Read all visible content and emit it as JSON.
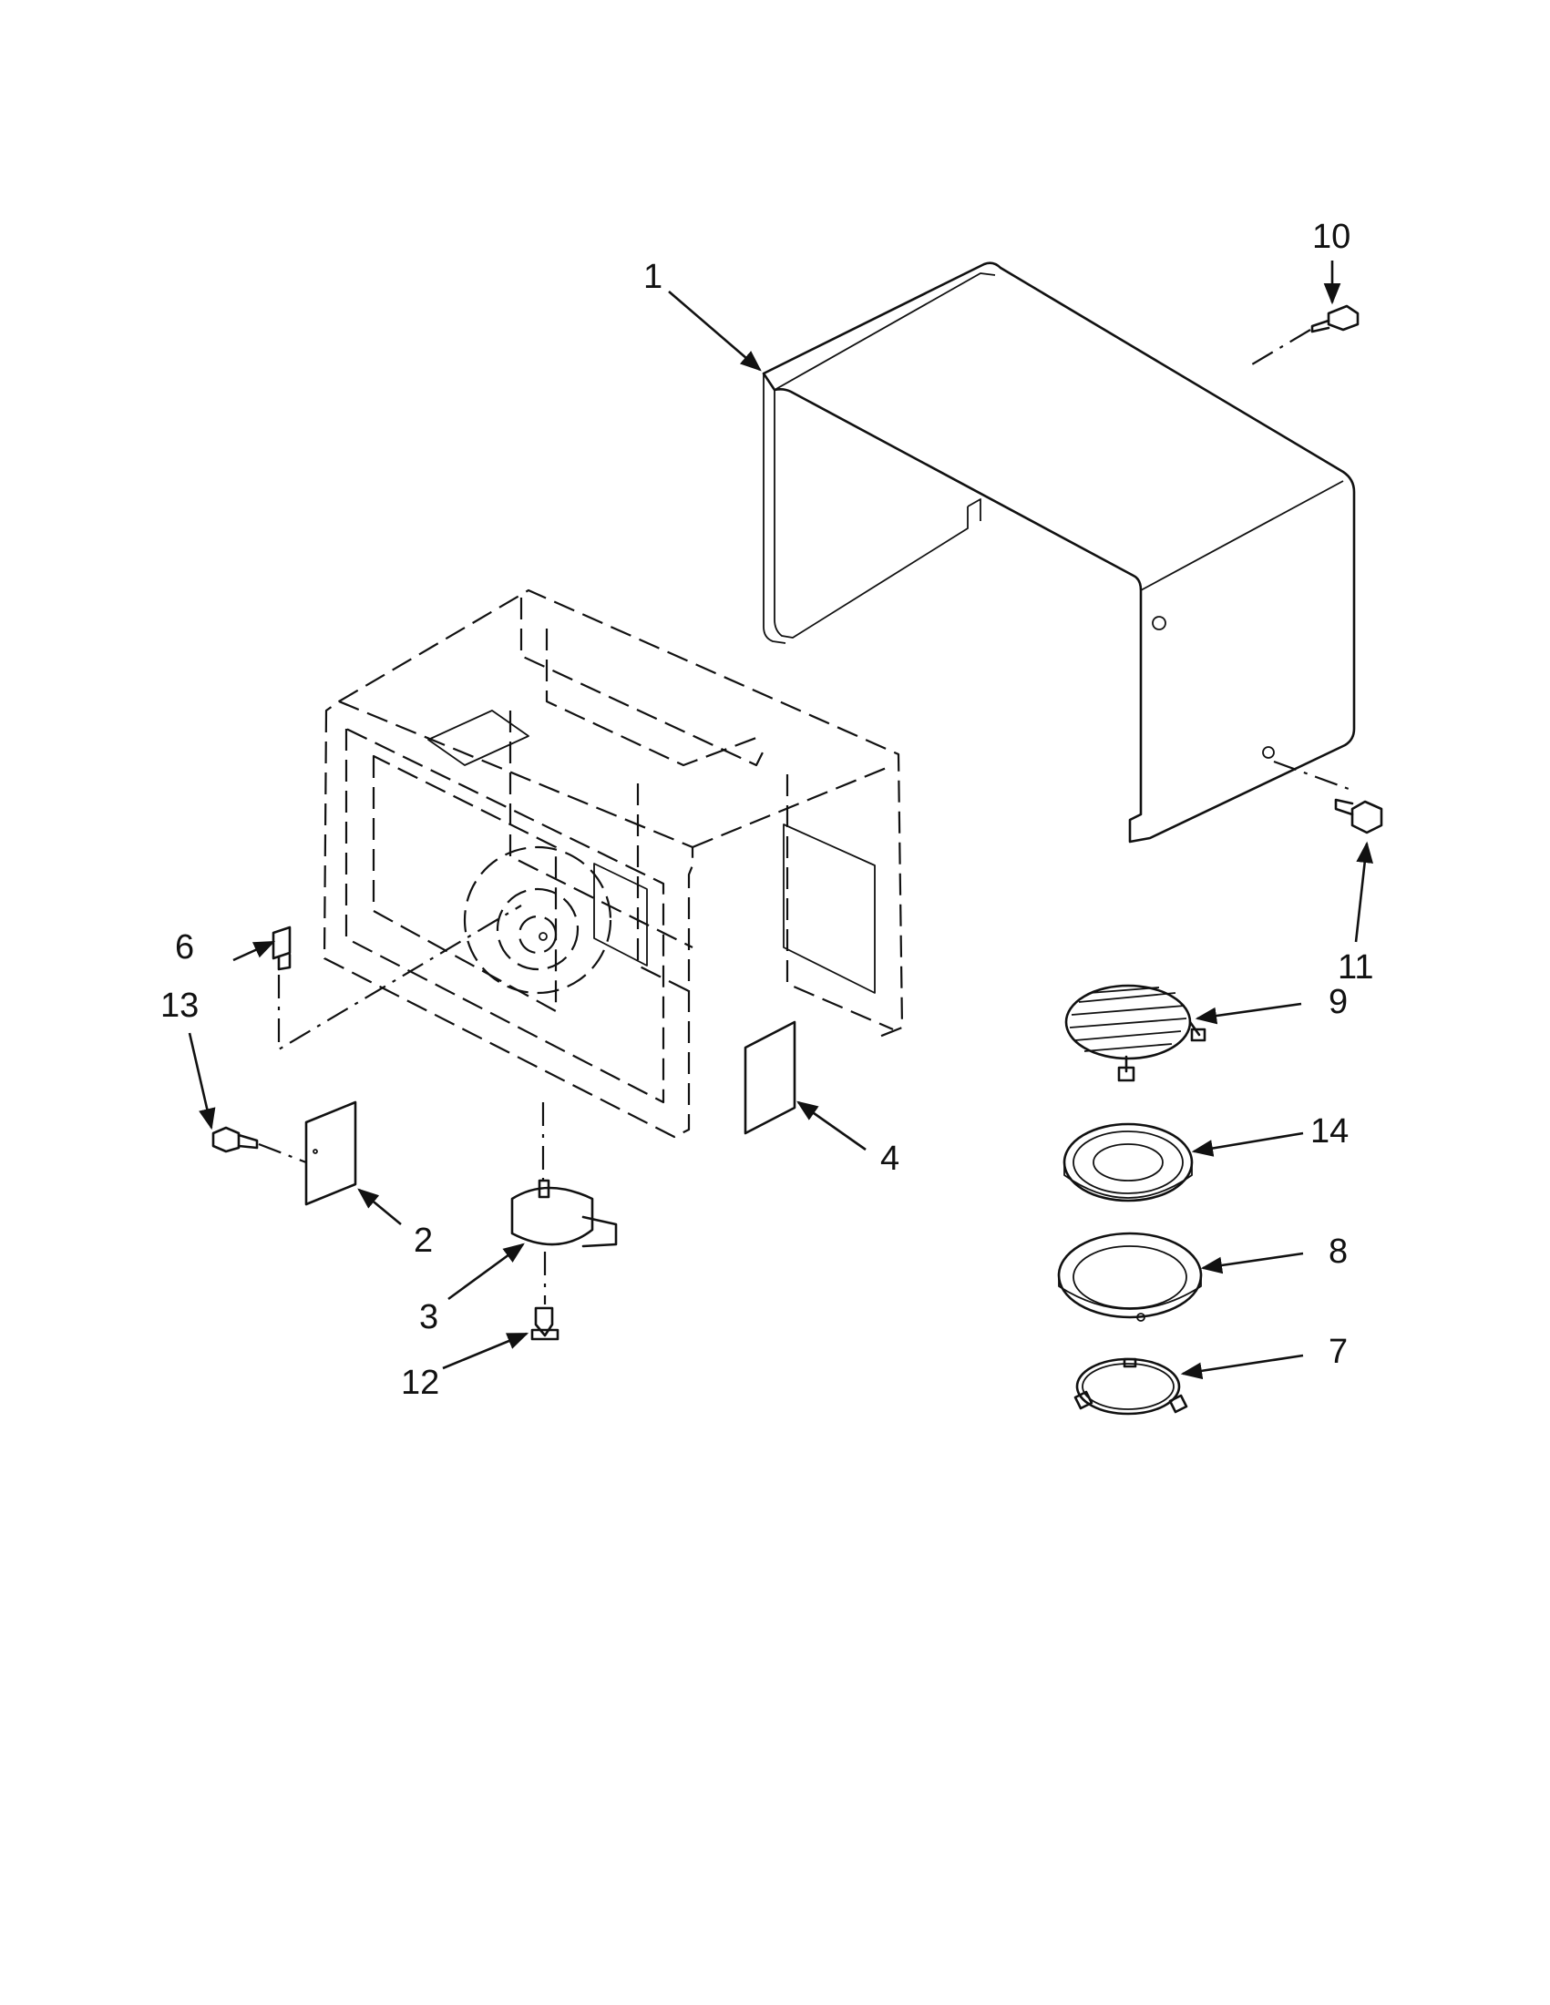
{
  "callouts": {
    "c1": "1",
    "c2": "2",
    "c3": "3",
    "c4": "4",
    "c6": "6",
    "c7": "7",
    "c8": "8",
    "c9": "9",
    "c10": "10",
    "c11": "11",
    "c12": "12",
    "c13": "13",
    "c14": "14"
  }
}
